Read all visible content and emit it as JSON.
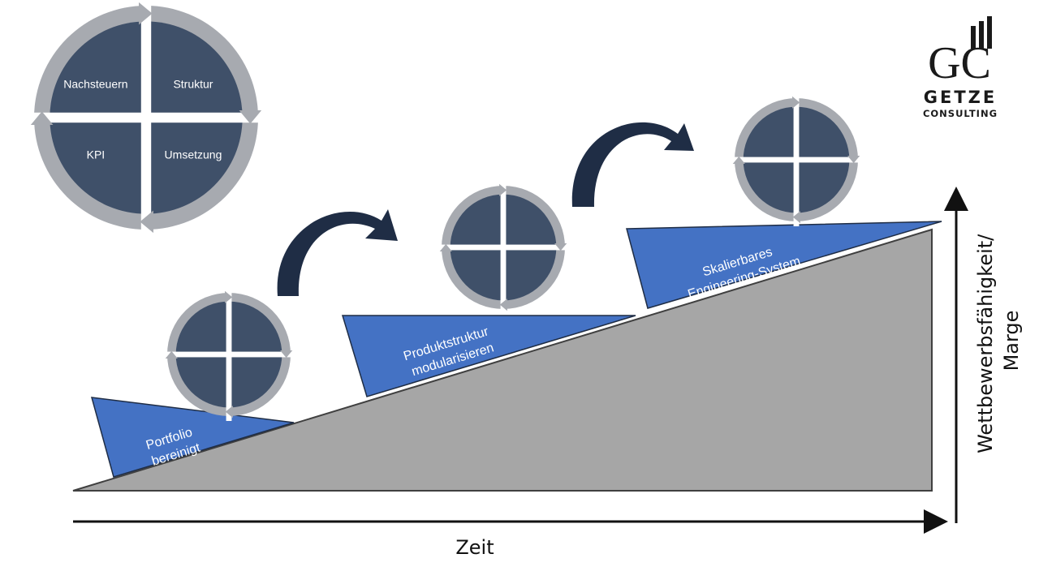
{
  "cycle": {
    "quadrants": [
      "Nachsteuern",
      "Struktur",
      "KPI",
      "Umsetzung"
    ]
  },
  "steps": [
    {
      "lines": [
        "Portfolio",
        "bereinigt"
      ]
    },
    {
      "lines": [
        "Produktstruktur",
        "modularisieren"
      ]
    },
    {
      "lines": [
        "Skalierbares",
        "Engineering-System"
      ]
    }
  ],
  "axes": {
    "x_label": "Zeit",
    "y_label_lines": [
      "Wettbewerbsfähigkeit/",
      "Marge"
    ]
  },
  "logo": {
    "monogram": "GC",
    "name": "GETZE",
    "sub": "CONSULTING"
  },
  "colors": {
    "navy": "#3f5069",
    "ring": "#a7aab0",
    "blue": "#4472c4",
    "ramp": "#a6a6a6",
    "arrow": "#1f2d45"
  }
}
